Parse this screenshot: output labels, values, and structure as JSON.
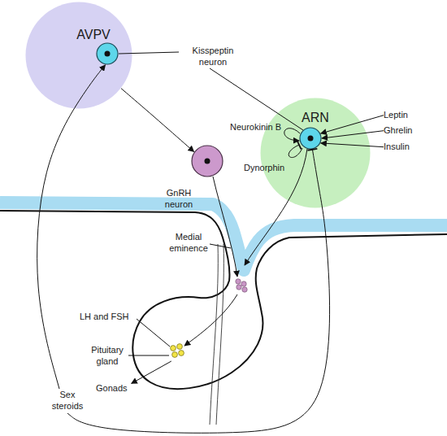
{
  "diagram": {
    "nodes": [
      {
        "text": [
          "AVPV"
        ]
      },
      {
        "text": [
          "ARN"
        ]
      },
      {
        "text": [
          "Leptin"
        ]
      },
      {
        "text": [
          "Ghrelin"
        ]
      },
      {
        "text": [
          "Insulin"
        ]
      },
      {
        "text": [
          "GnRH neuron"
        ]
      },
      {
        "text": [
          "LH and FSH"
        ]
      },
      {
        "text": [
          "Gonads"
        ]
      },
      {
        "text": [
          "Sex steroids"
        ]
      }
    ],
    "edges": [
      {
        "from": 0,
        "to": 5,
        "arrow": "to"
      },
      {
        "from": 2,
        "to": 1,
        "arrow": "to"
      },
      {
        "from": 3,
        "to": 1,
        "arrow": "to"
      },
      {
        "from": 4,
        "to": 1,
        "arrow": "to"
      },
      {
        "from": 6,
        "to": 7,
        "arrow": "to"
      },
      {
        "from": 8,
        "to": 0,
        "arrow": "to"
      },
      {
        "from": 8,
        "to": 1,
        "arrow": "to"
      }
    ],
    "labels": [
      "Kisspeptin neuron",
      "Neurokinin B",
      "Dynorphin",
      "Medial eminence",
      "Pituitary gland"
    ]
  }
}
